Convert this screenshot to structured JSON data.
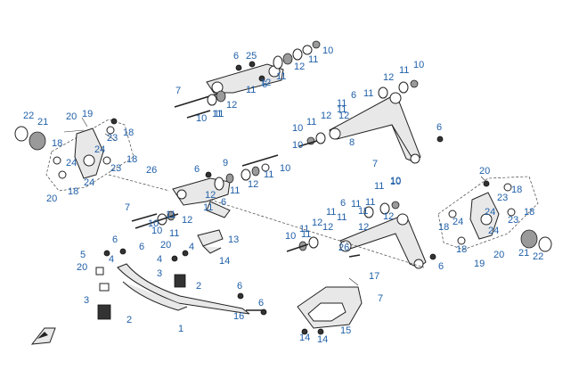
{
  "callouts": [
    {
      "id": "c1",
      "text": "6"
    },
    {
      "id": "c2",
      "text": "25"
    },
    {
      "id": "c3",
      "text": "10"
    },
    {
      "id": "c4",
      "text": "11"
    },
    {
      "id": "c5",
      "text": "12"
    },
    {
      "id": "c6",
      "text": "11"
    },
    {
      "id": "c7",
      "text": "12"
    },
    {
      "id": "c8",
      "text": "7"
    },
    {
      "id": "c9",
      "text": "6"
    },
    {
      "id": "c10",
      "text": "11"
    },
    {
      "id": "c11",
      "text": "11"
    },
    {
      "id": "c12",
      "text": "12"
    },
    {
      "id": "c13",
      "text": "11"
    },
    {
      "id": "c14",
      "text": "10"
    },
    {
      "id": "c15",
      "text": "10"
    },
    {
      "id": "c16",
      "text": "11"
    },
    {
      "id": "c17",
      "text": "12"
    },
    {
      "id": "c18",
      "text": "11"
    },
    {
      "id": "c19",
      "text": "6"
    },
    {
      "id": "c20",
      "text": "11"
    },
    {
      "id": "c21",
      "text": "12"
    },
    {
      "id": "c22",
      "text": "11"
    },
    {
      "id": "c23",
      "text": "10"
    },
    {
      "id": "c24",
      "text": "12"
    },
    {
      "id": "c25",
      "text": "11"
    },
    {
      "id": "c26",
      "text": "10"
    },
    {
      "id": "c27",
      "text": "8"
    },
    {
      "id": "c28",
      "text": "6"
    },
    {
      "id": "c29",
      "text": "22"
    },
    {
      "id": "c30",
      "text": "21"
    },
    {
      "id": "c31",
      "text": "20"
    },
    {
      "id": "c32",
      "text": "19"
    },
    {
      "id": "c33",
      "text": "23"
    },
    {
      "id": "c34",
      "text": "18"
    },
    {
      "id": "c35",
      "text": "24"
    },
    {
      "id": "c36",
      "text": "18"
    },
    {
      "id": "c37",
      "text": "24"
    },
    {
      "id": "c38",
      "text": "23"
    },
    {
      "id": "c39",
      "text": "18"
    },
    {
      "id": "c40",
      "text": "24"
    },
    {
      "id": "c41",
      "text": "18"
    },
    {
      "id": "c42",
      "text": "20"
    },
    {
      "id": "c43",
      "text": "6"
    },
    {
      "id": "c44",
      "text": "9"
    },
    {
      "id": "c45",
      "text": "10"
    },
    {
      "id": "c46",
      "text": "11"
    },
    {
      "id": "c47",
      "text": "12"
    },
    {
      "id": "c48",
      "text": "26"
    },
    {
      "id": "c49",
      "text": "11"
    },
    {
      "id": "c50",
      "text": "12"
    },
    {
      "id": "c51",
      "text": "11"
    },
    {
      "id": "c52",
      "text": "6"
    },
    {
      "id": "c53",
      "text": "7"
    },
    {
      "id": "c54",
      "text": "10"
    },
    {
      "id": "c55",
      "text": "11"
    },
    {
      "id": "c56",
      "text": "12"
    },
    {
      "id": "c57",
      "text": "7"
    },
    {
      "id": "c58",
      "text": "11"
    },
    {
      "id": "c59",
      "text": "10"
    },
    {
      "id": "c60",
      "text": "6"
    },
    {
      "id": "c61",
      "text": "6"
    },
    {
      "id": "c62",
      "text": "20"
    },
    {
      "id": "c63",
      "text": "10"
    },
    {
      "id": "c64",
      "text": "11"
    },
    {
      "id": "c65",
      "text": "4"
    },
    {
      "id": "c66",
      "text": "13"
    },
    {
      "id": "c67",
      "text": "5"
    },
    {
      "id": "c68",
      "text": "4"
    },
    {
      "id": "c69",
      "text": "20"
    },
    {
      "id": "c70",
      "text": "3"
    },
    {
      "id": "c71",
      "text": "4"
    },
    {
      "id": "c72",
      "text": "14"
    },
    {
      "id": "c73",
      "text": "2"
    },
    {
      "id": "c74",
      "text": "3"
    },
    {
      "id": "c75",
      "text": "2"
    },
    {
      "id": "c76",
      "text": "1"
    },
    {
      "id": "c77",
      "text": "6"
    },
    {
      "id": "c78",
      "text": "6"
    },
    {
      "id": "c79",
      "text": "16"
    },
    {
      "id": "c80",
      "text": "12"
    },
    {
      "id": "c81",
      "text": "11"
    },
    {
      "id": "c82",
      "text": "11"
    },
    {
      "id": "c83",
      "text": "6"
    },
    {
      "id": "c84",
      "text": "11"
    },
    {
      "id": "c85",
      "text": "12"
    },
    {
      "id": "c86",
      "text": "11"
    },
    {
      "id": "c87",
      "text": "12"
    },
    {
      "id": "c88",
      "text": "10"
    },
    {
      "id": "c89",
      "text": "11"
    },
    {
      "id": "c90",
      "text": "26"
    },
    {
      "id": "c91",
      "text": "12"
    },
    {
      "id": "c92",
      "text": "11"
    },
    {
      "id": "c93",
      "text": "10"
    },
    {
      "id": "c94",
      "text": "11"
    },
    {
      "id": "c95",
      "text": "17"
    },
    {
      "id": "c96",
      "text": "7"
    },
    {
      "id": "c97",
      "text": "6"
    },
    {
      "id": "c98",
      "text": "15"
    },
    {
      "id": "c99",
      "text": "14"
    },
    {
      "id": "c100",
      "text": "14"
    },
    {
      "id": "c101",
      "text": "20"
    },
    {
      "id": "c102",
      "text": "18"
    },
    {
      "id": "c103",
      "text": "23"
    },
    {
      "id": "c104",
      "text": "18"
    },
    {
      "id": "c105",
      "text": "24"
    },
    {
      "id": "c106",
      "text": "23"
    },
    {
      "id": "c107",
      "text": "18"
    },
    {
      "id": "c108",
      "text": "24"
    },
    {
      "id": "c109",
      "text": "24"
    },
    {
      "id": "c110",
      "text": "18"
    },
    {
      "id": "c111",
      "text": "20"
    },
    {
      "id": "c112",
      "text": "21"
    },
    {
      "id": "c113",
      "text": "22"
    },
    {
      "id": "c114",
      "text": "19"
    }
  ],
  "icons": {
    "front_arrow": "front-direction-arrow-icon"
  },
  "colors": {
    "callout": "#1f5fa8",
    "line": "#222222"
  }
}
